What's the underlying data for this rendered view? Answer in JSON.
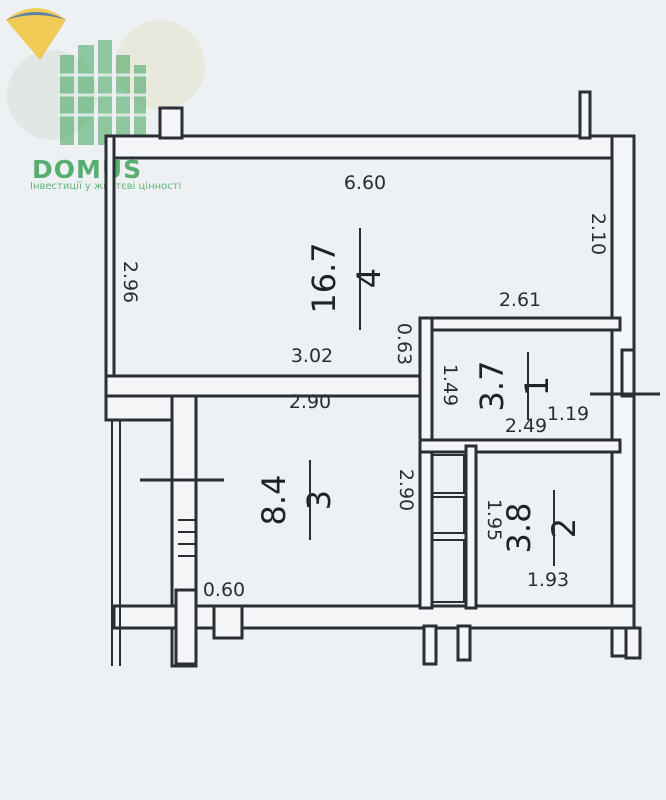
{
  "logo": {
    "title": "DOMUS",
    "tagline": "Інвестиції у життєві цінності",
    "colors": {
      "green": "#3fa35b",
      "yellow": "#f2c12e",
      "blue": "#3a6fb5"
    }
  },
  "rooms": [
    {
      "number": "4",
      "area": "16.7"
    },
    {
      "number": "3",
      "area": "8.4"
    },
    {
      "number": "1",
      "area": "3.7"
    },
    {
      "number": "2",
      "area": "3.8"
    }
  ],
  "dimensions": {
    "room4_top": "6.60",
    "room4_right": "2.10",
    "room4_left": "2.96",
    "room4_bottom": "3.02",
    "room4_step": "0.63",
    "room1_top": "2.61",
    "room1_left": "1.49",
    "room1_bottom": "2.49",
    "room1_right": "1.19",
    "room3_top": "2.90",
    "room3_right": "2.90",
    "room3_bottom": "0.60",
    "room2_left": "1.95",
    "room2_bottom": "1.93"
  },
  "colors": {
    "wall": "#2b2e35",
    "background": "#eef1f3"
  }
}
